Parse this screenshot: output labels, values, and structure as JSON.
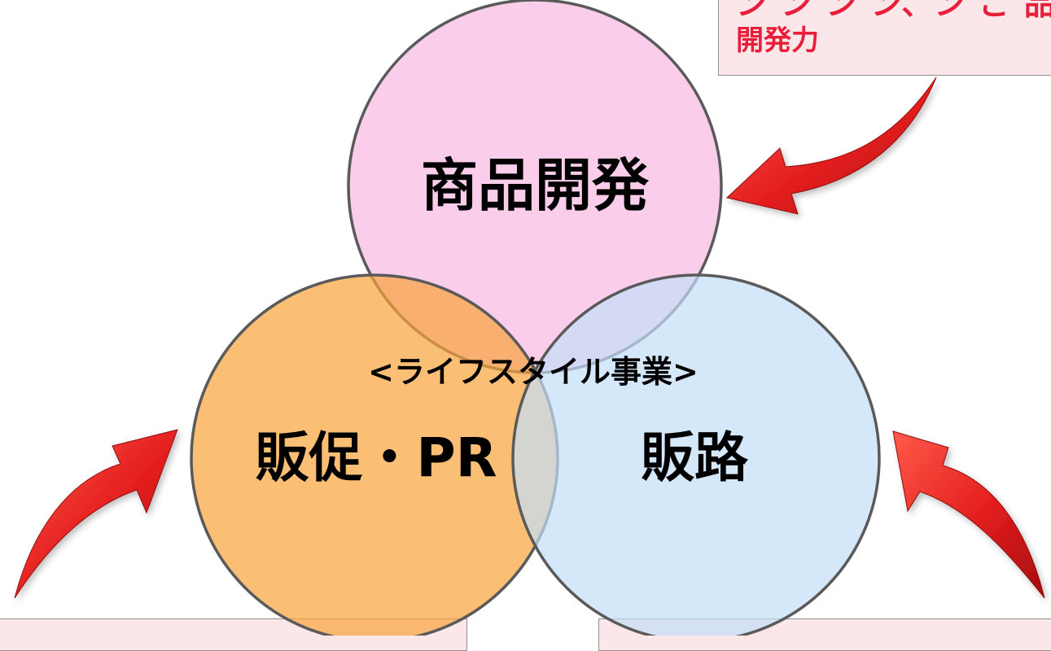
{
  "center_label": "<ライフスタイル事業>",
  "circles": {
    "top": {
      "label": "商品開発",
      "fill": "#f8b8e2"
    },
    "left": {
      "label": "販促・PR",
      "fill": "#f8a33a"
    },
    "right": {
      "label": "販路",
      "fill": "#c3def8"
    }
  },
  "callouts": {
    "top": {
      "text": "開発力"
    }
  },
  "colors": {
    "callout_bg": "#fbe6e9",
    "callout_text": "#e81f3a",
    "arrow": "#e31d1d",
    "circle_stroke": "#5a5a5a"
  }
}
